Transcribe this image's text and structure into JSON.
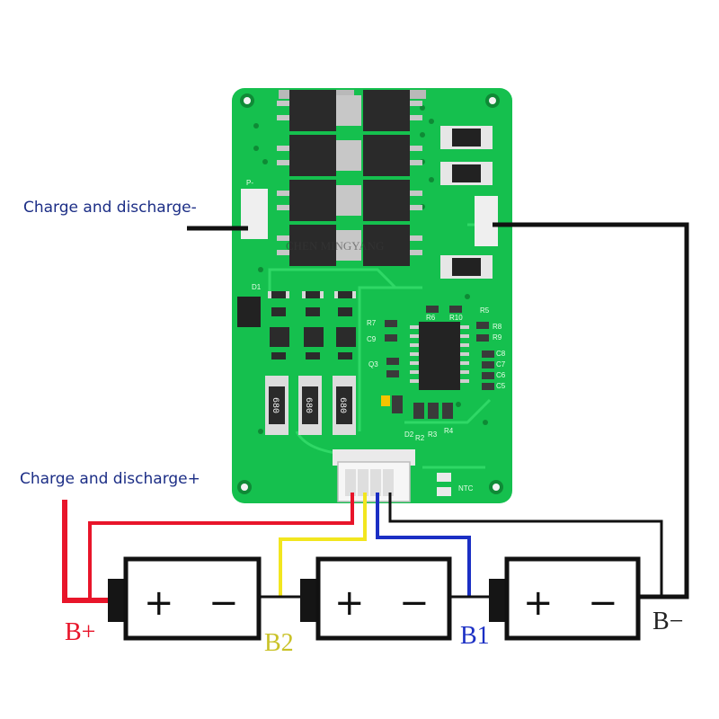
{
  "labels": {
    "charge_discharge_minus": "Charge and discharge-",
    "charge_discharge_plus": "Charge and discharge+"
  },
  "terminals": [
    {
      "label": "B+",
      "color": "#e8152a"
    },
    {
      "label": "B2",
      "color": "#c9c227"
    },
    {
      "label": "B1",
      "color": "#1b2fc4"
    },
    {
      "label": "B−",
      "color": "#222222"
    }
  ],
  "battery_symbols": {
    "plus": "+",
    "minus": "−"
  },
  "wire_colors": {
    "red": "#e8152a",
    "yellow": "#f2e61f",
    "blue": "#1b2fc4",
    "black": "#111111"
  },
  "pcb": {
    "color": "#14c24f",
    "watermark": "CHEN MINGYANG",
    "silk": {
      "p_pad": "P-",
      "d1": "D1",
      "r5": "R5",
      "r6": "R6",
      "r10": "R10",
      "r8": "R8",
      "r9": "R9",
      "r7": "R7",
      "c9": "C9",
      "q3": "Q3",
      "c8": "C8",
      "c7": "C7",
      "c6": "C6",
      "c5": "C5",
      "r4": "R4",
      "r3": "R3",
      "r2": "R2",
      "d2": "D2",
      "ntc": "NTC"
    },
    "resistor_code": "680"
  }
}
